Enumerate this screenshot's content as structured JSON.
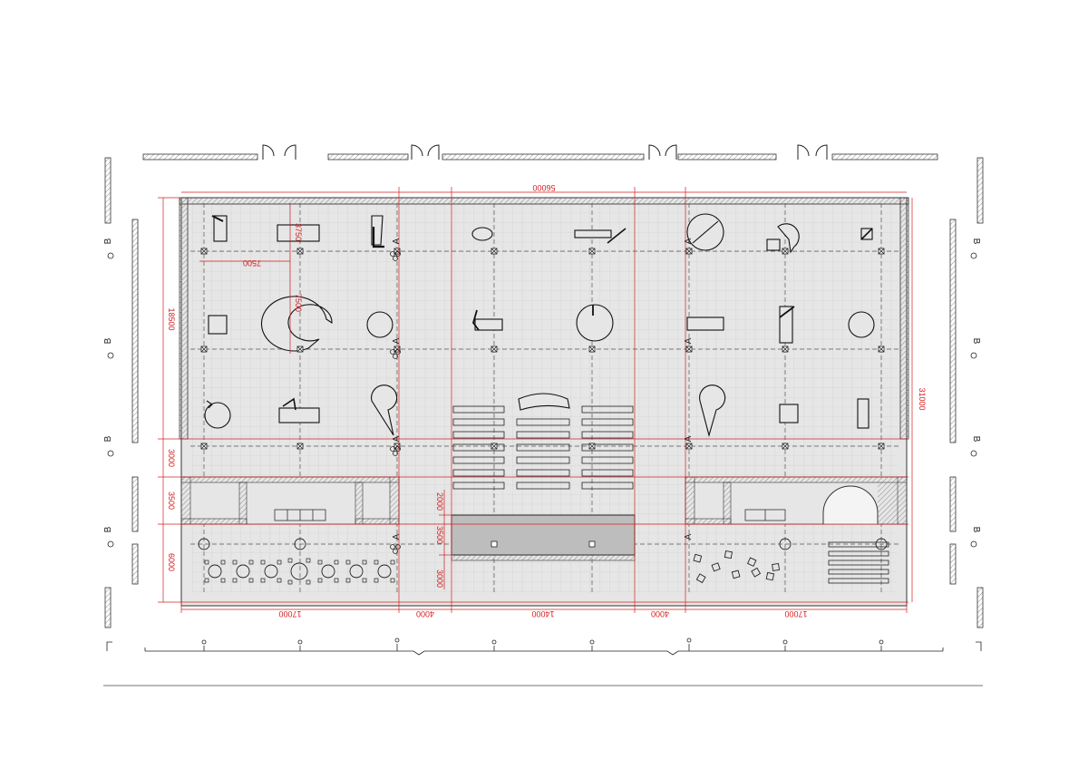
{
  "colors": {
    "wall": "#333333",
    "hatch": "#9a9a9a",
    "grid_fill": "#e6e6e6",
    "fine_grid": "#c8c8c8",
    "axis": "#555555",
    "dimension": "#d32020",
    "ink": "#111111",
    "stage": "#bdbdbd"
  },
  "dimensions": {
    "overall_width": "56000",
    "overall_depth": "31000",
    "upper_zone": "18500",
    "band_1": "3000",
    "band_2": "3500",
    "lower_zone": "6000",
    "unit_w": "7500",
    "unit_h": "3750",
    "pod_h": "7500",
    "stage_upper": "2000",
    "stage_depth": "3500",
    "stage_lower": "3000",
    "bottom_left": "17000",
    "bottom_gap_left": "4000",
    "bottom_center": "14000",
    "bottom_gap_right": "4000",
    "bottom_right": "17000"
  },
  "markers": {
    "section_b": "B",
    "section_a": "A"
  },
  "icons": [
    "door-swing-icon",
    "column-icon",
    "section-marker-icon",
    "tree-icon"
  ]
}
